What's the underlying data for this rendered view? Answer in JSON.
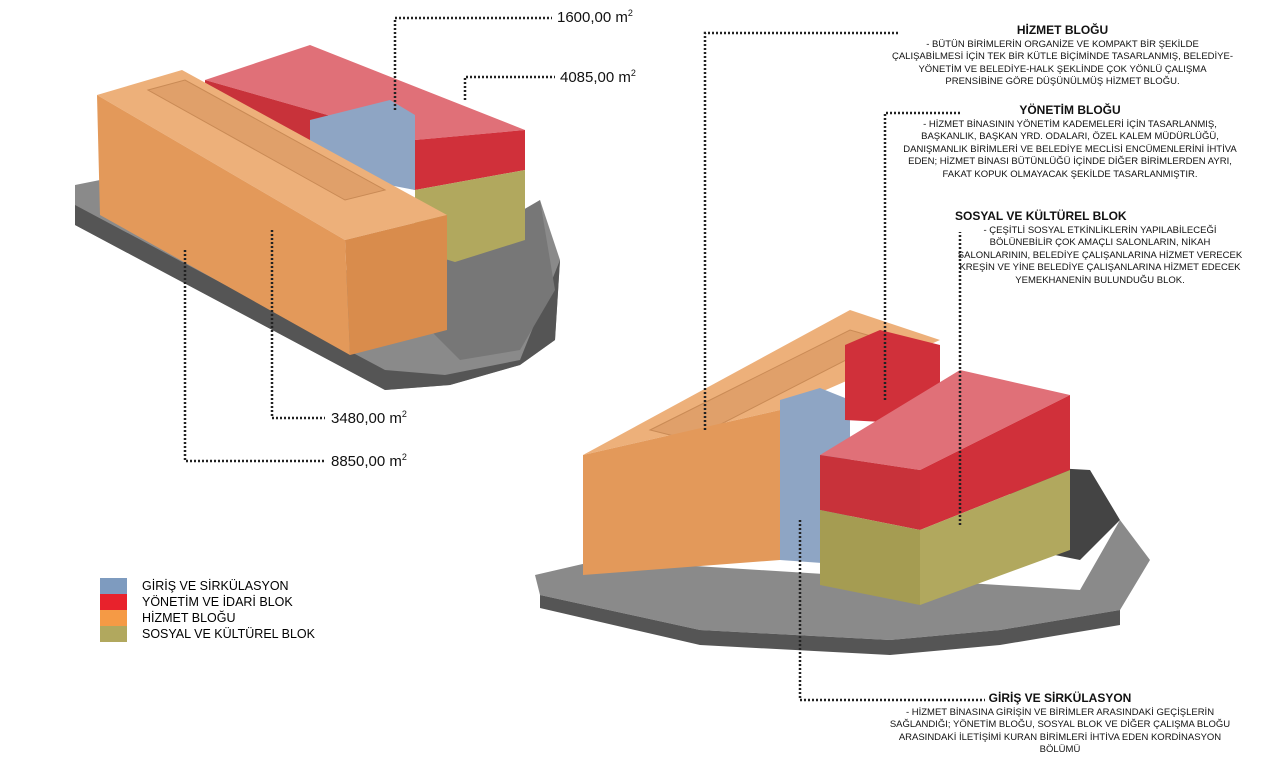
{
  "areas": {
    "top": "1600,00 m",
    "second": "4085,00 m",
    "third": "3480,00 m",
    "fourth": "8850,00 m",
    "unit_sup": "2"
  },
  "blocks": [
    {
      "title": "HİZMET BLOĞU",
      "text": "- BÜTÜN BİRİMLERİN ORGANİZE VE KOMPAKT BİR ŞEKİLDE ÇALIŞABİLMESİ İÇİN TEK BİR KÜTLE BİÇİMİNDE TASARLANMIŞ, BELEDİYE-YÖNETİM VE BELEDİYE-HALK ŞEKLİNDE ÇOK YÖNLÜ ÇALIŞMA PRENSİBİNE GÖRE DÜŞÜNÜLMÜŞ HİZMET BLOĞU."
    },
    {
      "title": "YÖNETİM BLOĞU",
      "text": "- HİZMET BİNASININ YÖNETİM KADEMELERİ İÇİN TASARLANMIŞ, BAŞKANLIK, BAŞKAN YRD. ODALARI, ÖZEL KALEM MÜDÜRLÜĞÜ, DANIŞMANLIK BİRİMLERİ VE BELEDİYE MECLİSİ ENCÜMENLERİNİ İHTİVA EDEN; HİZMET BİNASI BÜTÜNLÜĞÜ İÇİNDE DİĞER BİRİMLERDEN AYRI, FAKAT KOPUK OLMAYACAK ŞEKİLDE TASARLANMIŞTIR."
    },
    {
      "title": "SOSYAL VE KÜLTÜREL BLOK",
      "text": "- ÇEŞİTLİ SOSYAL ETKİNLİKLERİN YAPILABİLECEĞİ BÖLÜNEBİLİR ÇOK AMAÇLI SALONLARIN, NİKAH SALONLARININ, BELEDİYE ÇALIŞANLARINA HİZMET VERECEK KREŞİN VE YİNE BELEDİYE ÇALIŞANLARINA HİZMET EDECEK YEMEKHANENİN BULUNDUĞU BLOK."
    },
    {
      "title": "GİRİŞ VE SİRKÜLASYON",
      "text": "- HİZMET BİNASINA GİRİŞİN VE BİRİMLER ARASINDAKİ GEÇİŞLERİN SAĞLANDIĞI; YÖNETİM BLOĞU, SOSYAL BLOK VE DİĞER ÇALIŞMA BLOĞU ARASINDAKİ İLETİŞİMİ KURAN BİRİMLERİ İHTİVA EDEN KORDİNASYON BÖLÜMÜ"
    }
  ],
  "legend": [
    {
      "label": "GİRİŞ VE SİRKÜLASYON",
      "color": "#7e9bbf"
    },
    {
      "label": "YÖNETİM VE İDARİ BLOK",
      "color": "#e8222c"
    },
    {
      "label": "HİZMET BLOĞU",
      "color": "#f59a45"
    },
    {
      "label": "SOSYAL VE KÜLTÜREL BLOK",
      "color": "#b1a85e"
    }
  ]
}
